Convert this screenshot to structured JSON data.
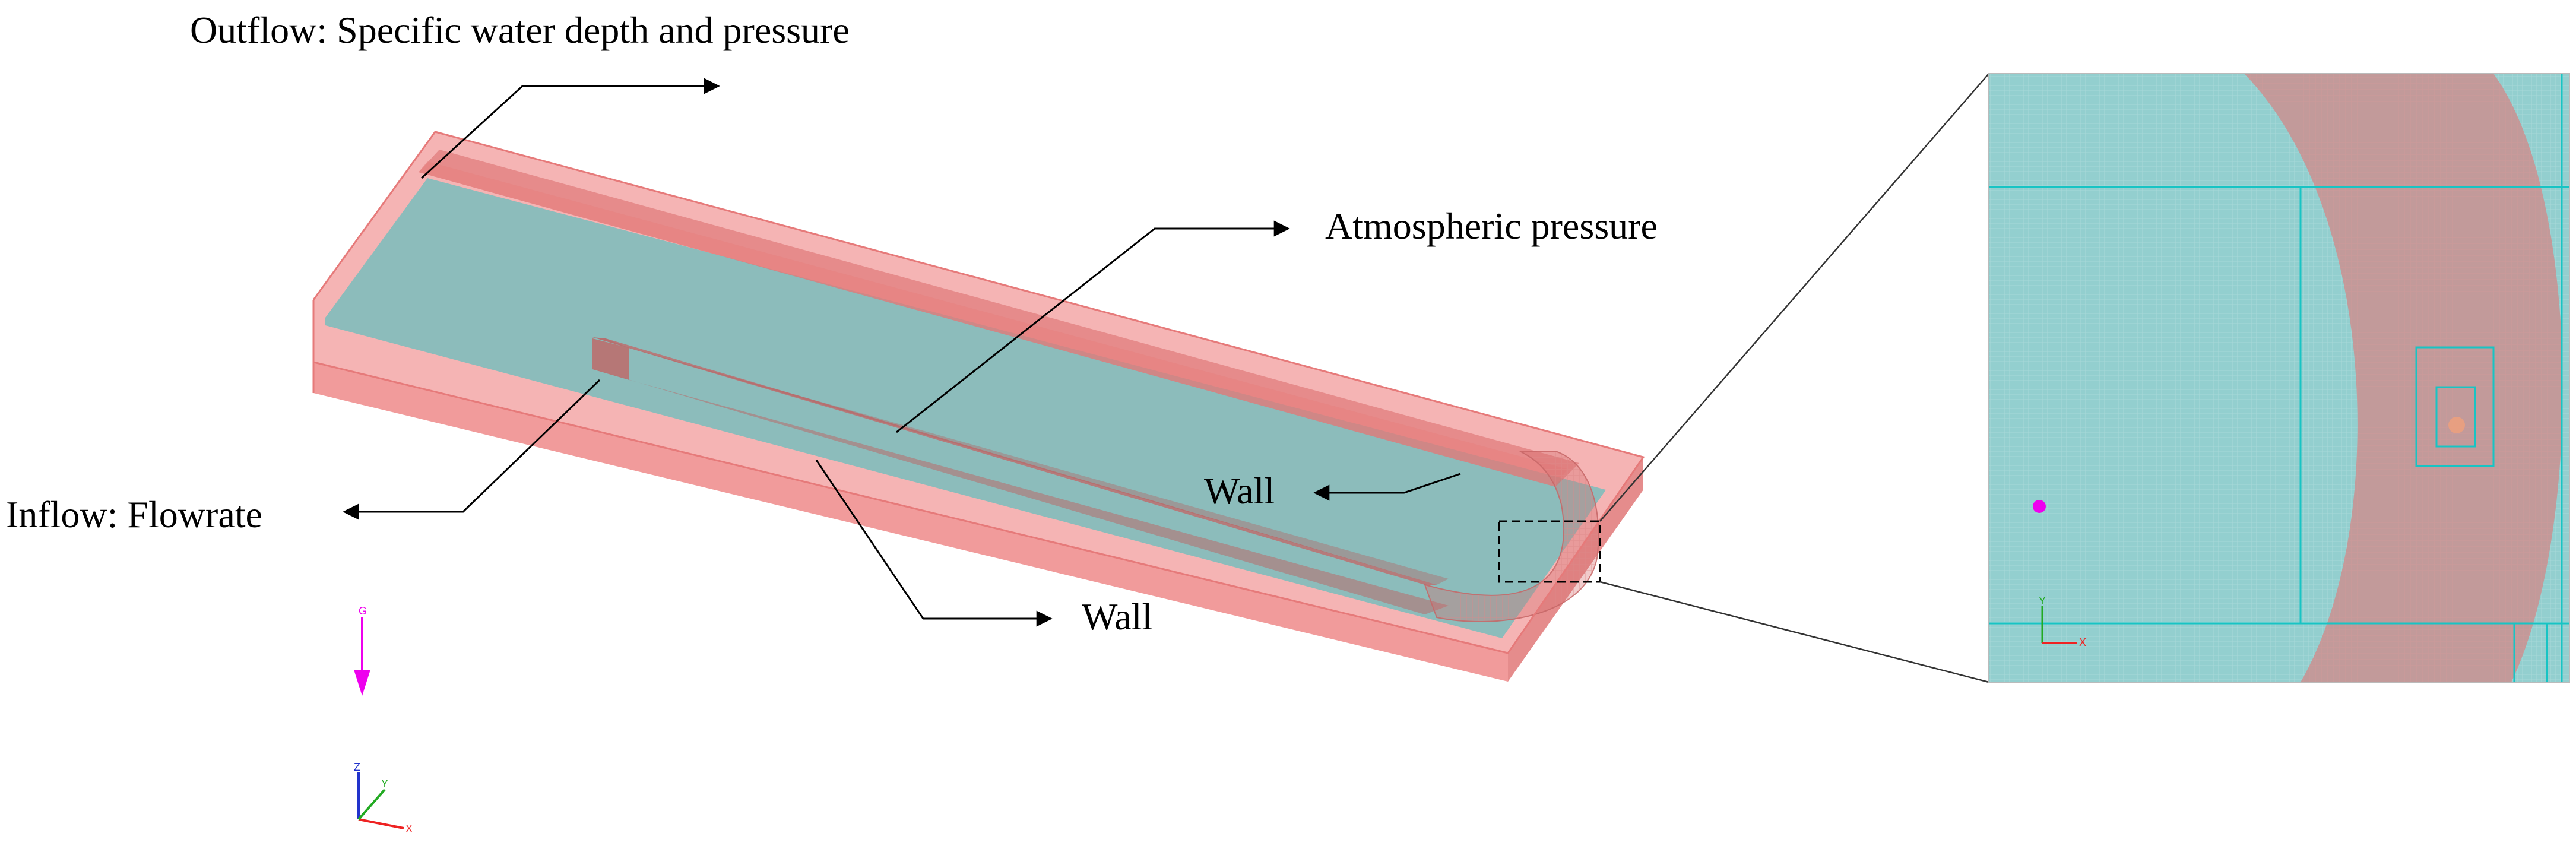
{
  "labels": {
    "outflow": "Outflow: Specific water depth and pressure",
    "atmospheric": "Atmospheric pressure",
    "inflow": "Inflow: Flowrate",
    "wall_upper": "Wall",
    "wall_lower": "Wall"
  },
  "gravity": {
    "label": "G"
  },
  "axes_main": {
    "x": "X",
    "y": "Y",
    "z": "Z"
  },
  "axes_inset": {
    "x": "X",
    "y": "Y"
  },
  "colors": {
    "box_fill": "#f08c8c",
    "box_edge": "#e26f6f",
    "water": "#86bfbf",
    "mesh_bg": "#93cfcf",
    "mesh_line": "#20c5c5",
    "arc_band": "#c09b9b",
    "gravity": "#ee00ee",
    "axis_x": "#ee2222",
    "axis_y": "#22aa22",
    "axis_z": "#2233cc"
  },
  "icons": [
    "gravity-arrow-icon",
    "coordinate-axes-icon",
    "marker-dot-icon"
  ]
}
